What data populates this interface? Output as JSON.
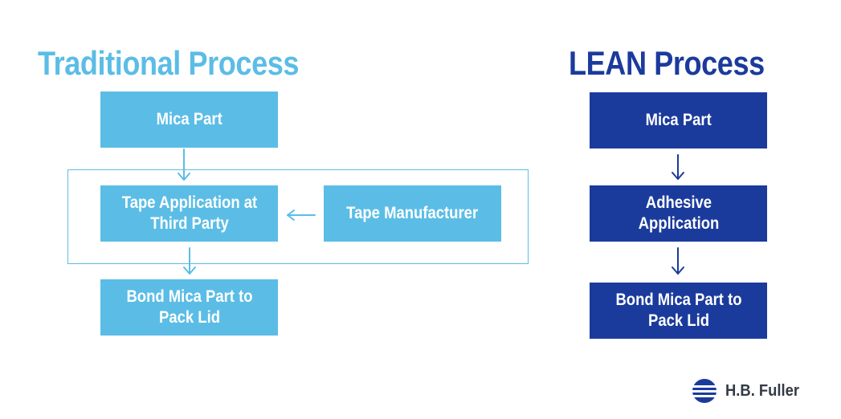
{
  "colors": {
    "traditional": "#5bbde6",
    "lean": "#1b3b9c",
    "logo": "#1b3b9c"
  },
  "traditional": {
    "title": "Traditional Process",
    "mica_part": "Mica Part",
    "tape_application": "Tape Application at Third Party",
    "tape_manufacturer": "Tape Manufacturer",
    "bond": "Bond Mica Part to Pack Lid"
  },
  "lean": {
    "title": "LEAN Process",
    "mica_part": "Mica Part",
    "adhesive_application": "Adhesive Application",
    "bond": "Bond Mica Part to Pack Lid"
  },
  "logo": {
    "name": "H.B. Fuller",
    "icon": "hb-fuller-logo-icon"
  }
}
